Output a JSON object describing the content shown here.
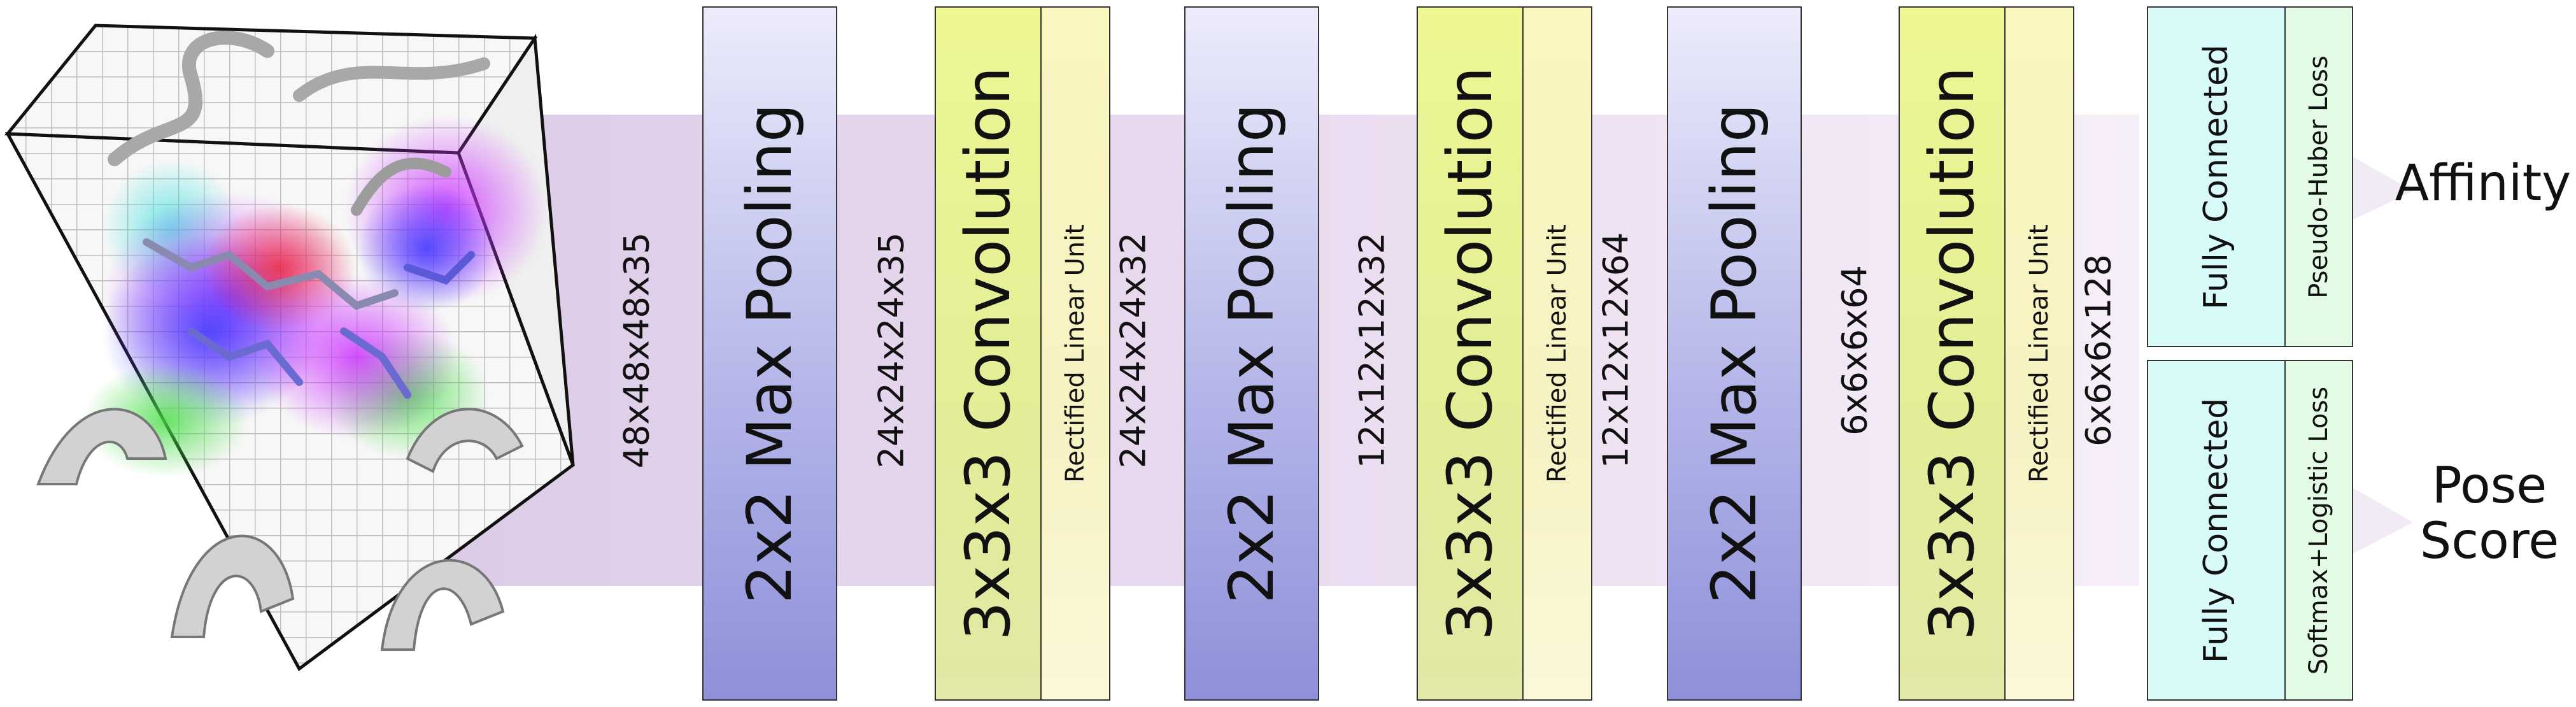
{
  "input_dim": "48x48x48x35",
  "layers": {
    "pool1": "2x2 Max Pooling",
    "dim1": "24x24x24x35",
    "conv1": "3x3x3 Convolution",
    "relu1": "Rectified Linear Unit",
    "dim2": "24x24x24x32",
    "pool2": "2x2 Max Pooling",
    "dim3": "12x12x12x32",
    "conv2": "3x3x3 Convolution",
    "relu2": "Rectified Linear Unit",
    "dim4": "12x12x12x64",
    "pool3": "2x2 Max Pooling",
    "dim5": "6x6x6x64",
    "conv3": "3x3x3 Convolution",
    "relu3": "Rectified Linear Unit",
    "dim6": "6x6x6x128"
  },
  "heads": {
    "affinity": {
      "fc": "Fully Connected",
      "loss": "Pseudo-Huber Loss",
      "output_line1": "Affinity"
    },
    "pose": {
      "fc": "Fully Connected",
      "loss": "Softmax+Logistic Loss",
      "output_line1": "Pose",
      "output_line2": "Score"
    }
  },
  "colors": {
    "pooling": "#9a9cdd",
    "convolution": "#e6ef8e",
    "relu": "#f9f5c9",
    "fully_connected": "#d8fbfa",
    "loss": "#e3fbe4",
    "flow": "#eadcf0"
  }
}
